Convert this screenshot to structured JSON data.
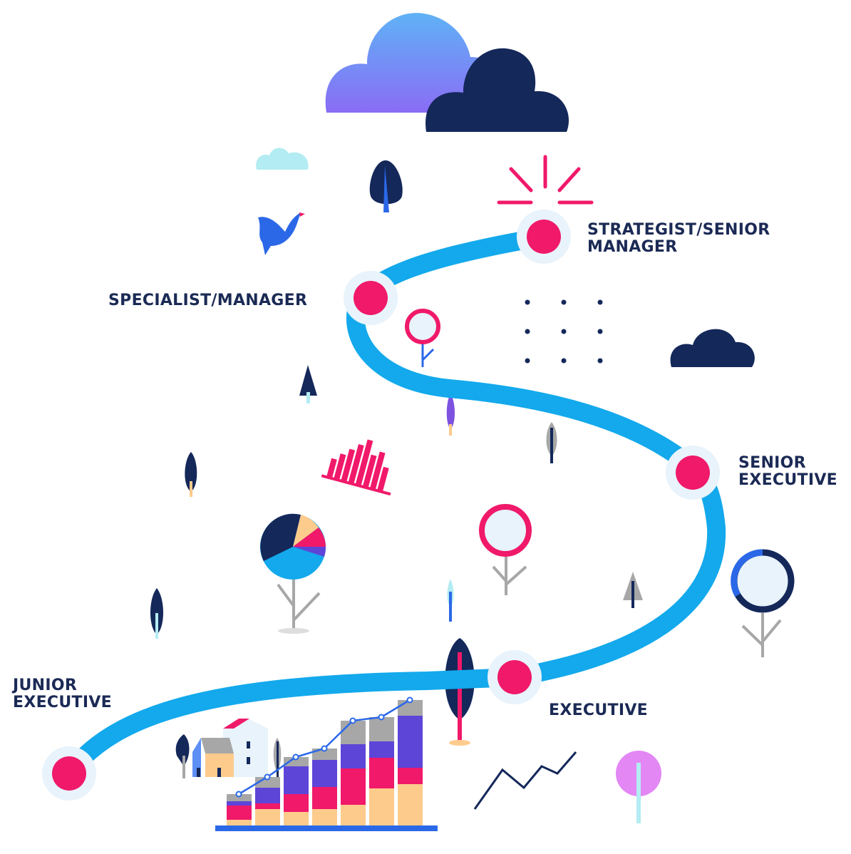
{
  "colors": {
    "path": "#13a9ec",
    "node": "#f0196a",
    "halo": "#e8f3fb",
    "navy": "#14285a",
    "purple": "#5d45d8",
    "peach": "#fdcb8c",
    "gray": "#a7a7a7"
  },
  "stages": [
    {
      "lines": [
        "JUNIOR",
        "EXECUTIVE"
      ]
    },
    {
      "lines": [
        "EXECUTIVE"
      ]
    },
    {
      "lines": [
        "SENIOR",
        "EXECUTIVE"
      ]
    },
    {
      "lines": [
        "SPECIALIST/MANAGER"
      ]
    },
    {
      "lines": [
        "STRATEGIST/SENIOR",
        "MANAGER"
      ]
    }
  ]
}
